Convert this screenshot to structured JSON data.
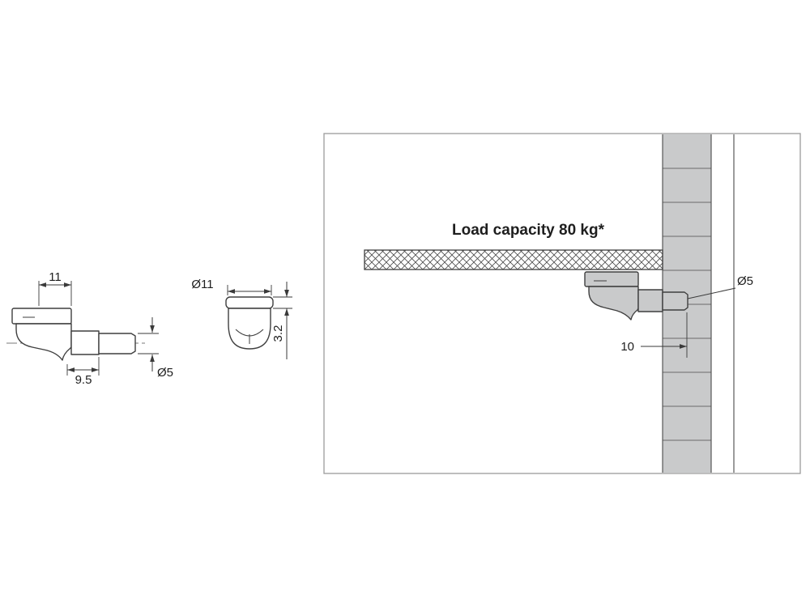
{
  "drawing": {
    "side_view": {
      "width": "11",
      "depth": "9.5",
      "pin_diameter": "Ø5"
    },
    "front_view": {
      "diameter": "Ø11",
      "flange_thickness": "3.2"
    },
    "installation": {
      "load_capacity": "Load capacity 80 kg*",
      "pin_diameter": "Ø5",
      "insertion_depth": "10"
    }
  },
  "colors": {
    "outline": "#3f3f3f",
    "gray_fill": "#c9cacb",
    "frame_border": "#9b9b9b"
  }
}
